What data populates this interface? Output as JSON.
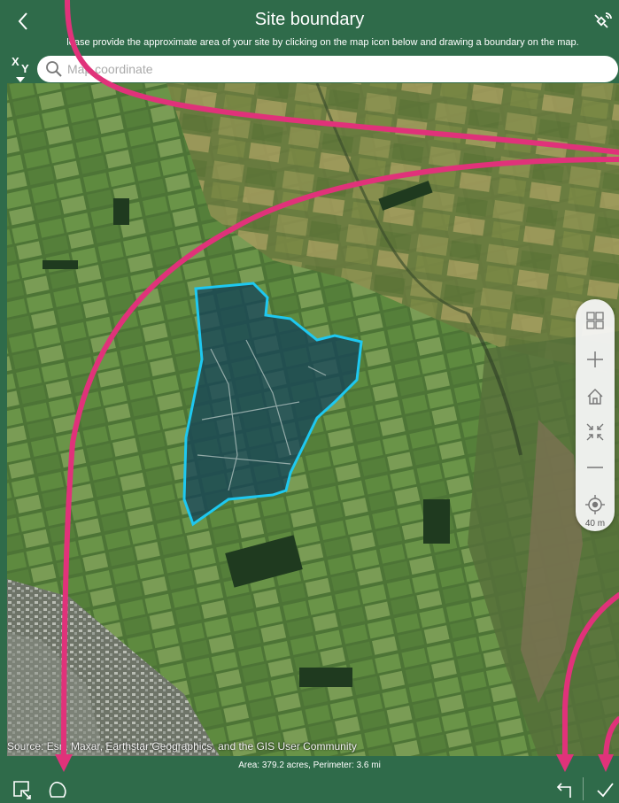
{
  "header": {
    "title": "Site boundary",
    "subtitle": "lease provide the approximate area of your site by clicking on the map icon below and drawing a boundary on the map."
  },
  "search": {
    "placeholder": "Map coordinate",
    "value": "",
    "xy_x": "X",
    "xy_y": "Y"
  },
  "map": {
    "attribution": "Source: Esri, Maxar, Earthstar Geographics, and the GIS User Community",
    "scale": "40 m",
    "polygon_color": "#1ec8f0"
  },
  "footer": {
    "stats": "Area: 379.2 acres, Perimeter: 3.6 mi"
  },
  "icons": {
    "back": "chevron-left-icon",
    "gps": "satellite-icon",
    "search": "search-icon",
    "basemap": "basemap-gallery-icon",
    "zoom_in": "plus-icon",
    "home": "home-icon",
    "extent": "zoom-to-extent-icon",
    "zoom_out": "minus-icon",
    "locate": "locate-icon",
    "select": "select-polygon-icon",
    "draw": "freehand-draw-icon",
    "undo": "undo-icon",
    "done": "checkmark-icon"
  },
  "colors": {
    "bar": "#2f6b4a",
    "annotation": "#e0327a",
    "polygon": "#1ec8f0"
  }
}
